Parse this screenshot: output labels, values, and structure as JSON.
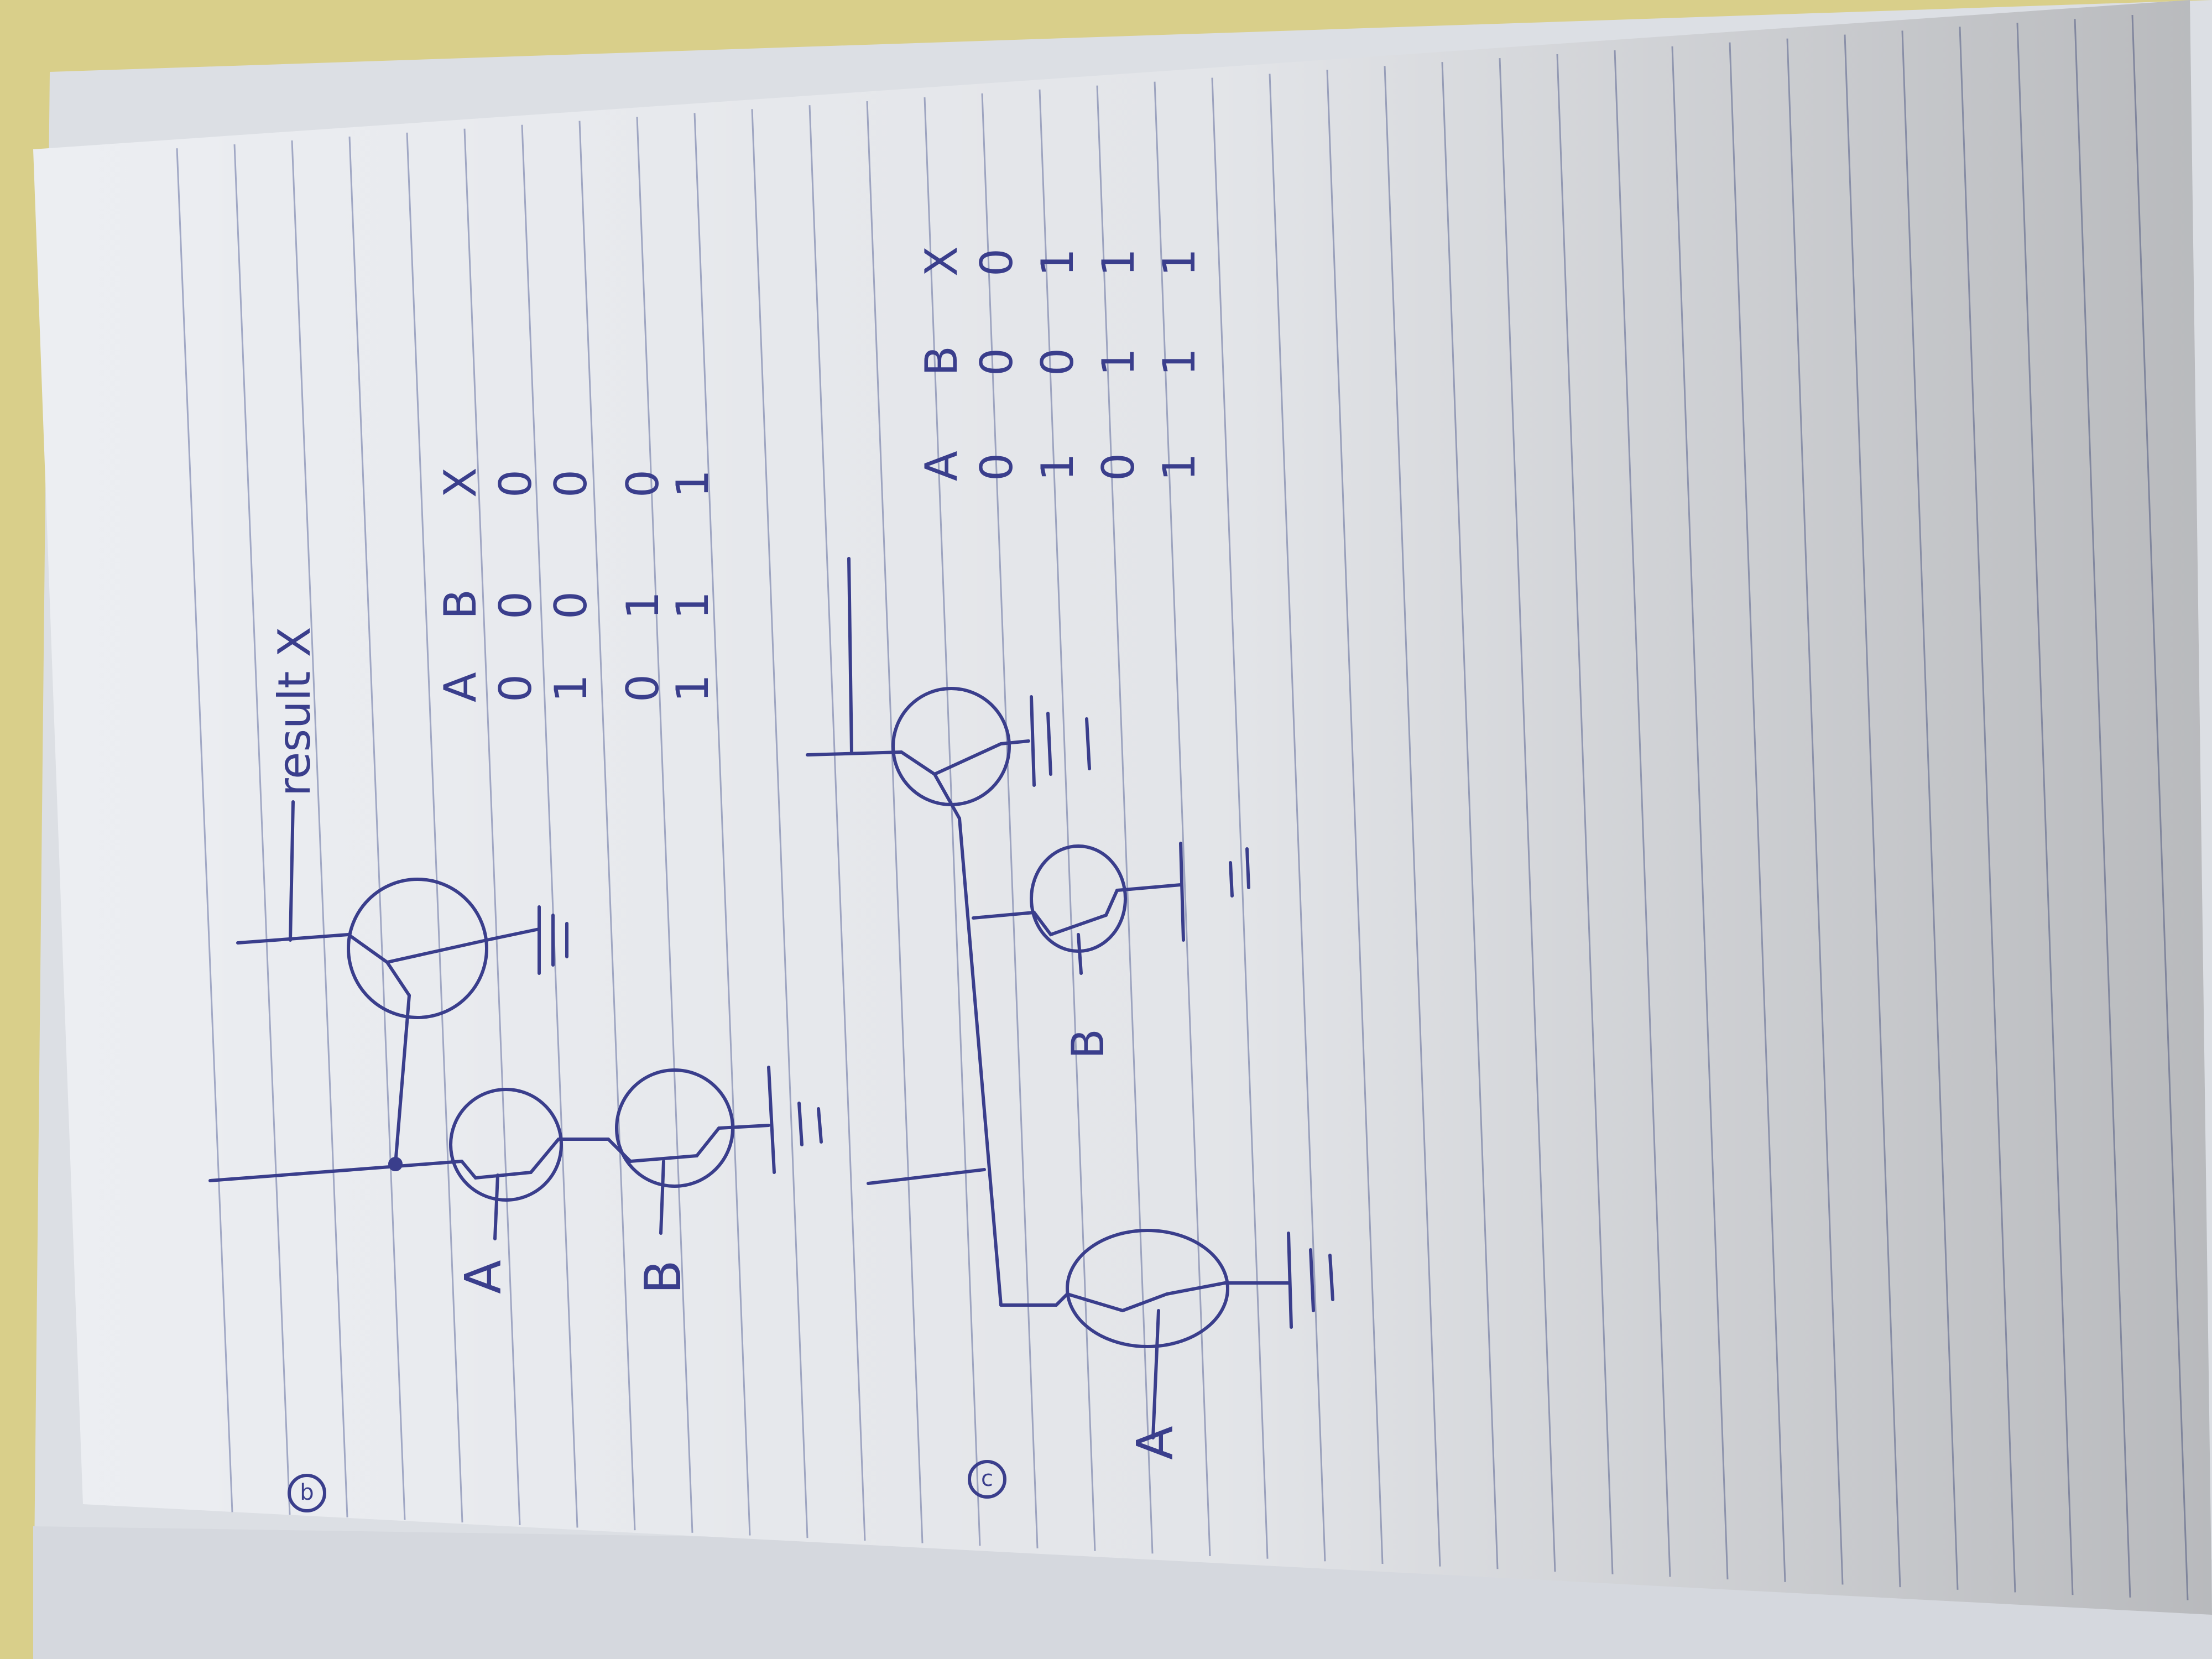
{
  "colors": {
    "desk": "#d9cf8a",
    "paper": "#eceef2",
    "rule": "#8a93b8",
    "ink": "#3a3e8c",
    "shadow": "#9aa0aa"
  },
  "circuit_b": {
    "label_circle": "b",
    "output_label": "result X",
    "input_a": "A",
    "input_b": "B",
    "truth_table": {
      "headers": [
        "A",
        "B",
        "X"
      ],
      "rows": [
        [
          "0",
          "0",
          "0"
        ],
        [
          "1",
          "0",
          "0"
        ],
        [
          "0",
          "1",
          "0"
        ],
        [
          "1",
          "1",
          "1"
        ]
      ]
    }
  },
  "circuit_c": {
    "label_circle": "c",
    "input_a": "A",
    "input_b": "B",
    "truth_table": {
      "headers": [
        "A",
        "B",
        "X"
      ],
      "rows": [
        [
          "0",
          "0",
          "0"
        ],
        [
          "1",
          "0",
          "1"
        ],
        [
          "0",
          "1",
          "1"
        ],
        [
          "1",
          "1",
          "1"
        ]
      ]
    }
  }
}
